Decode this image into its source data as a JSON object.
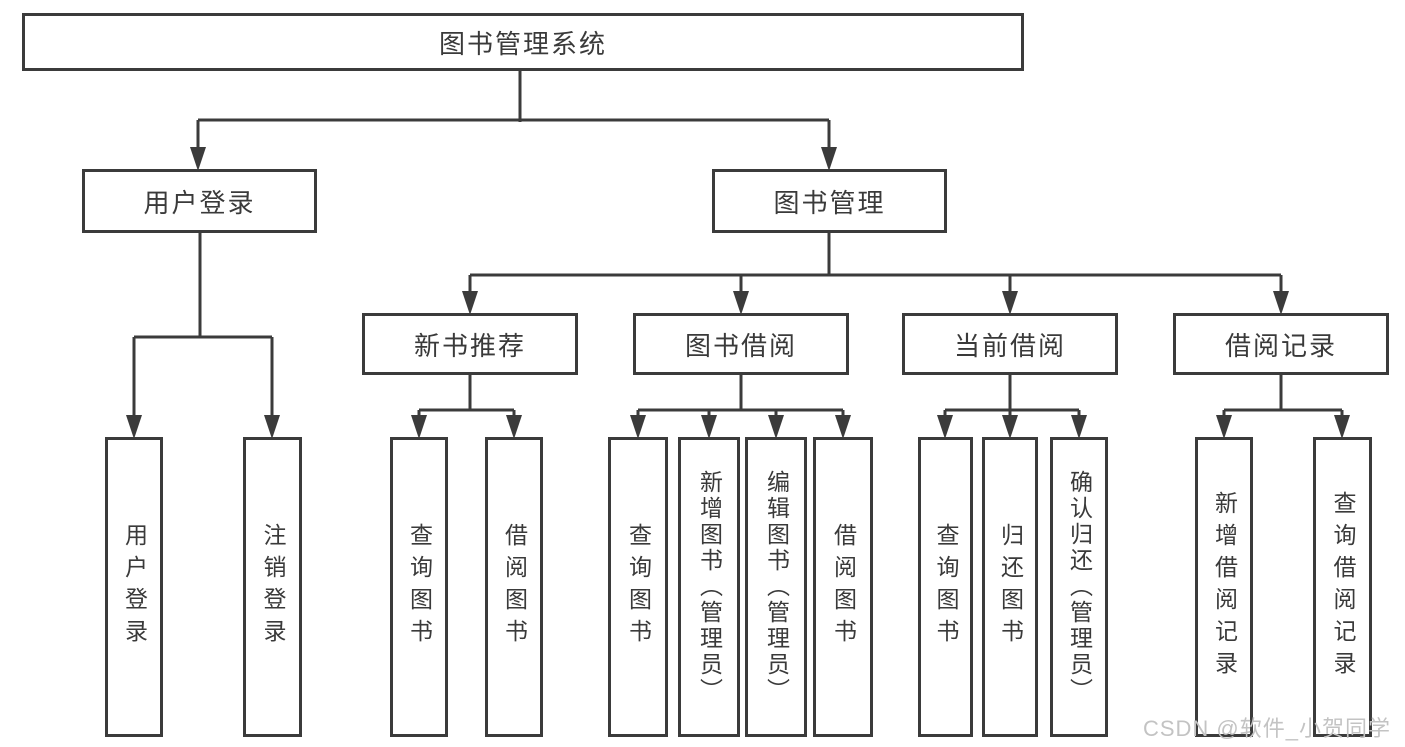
{
  "tree": {
    "label": "图书管理系统",
    "children": [
      {
        "label": "用户登录",
        "children": [
          {
            "label": "用户登录"
          },
          {
            "label": "注销登录"
          }
        ]
      },
      {
        "label": "图书管理",
        "children": [
          {
            "label": "新书推荐",
            "children": [
              {
                "label": "查询图书"
              },
              {
                "label": "借阅图书"
              }
            ]
          },
          {
            "label": "图书借阅",
            "children": [
              {
                "label": "查询图书"
              },
              {
                "label": "新增图书（管理员）"
              },
              {
                "label": "编辑图书（管理员）"
              },
              {
                "label": "借阅图书"
              }
            ]
          },
          {
            "label": "当前借阅",
            "children": [
              {
                "label": "查询图书"
              },
              {
                "label": "归还图书"
              },
              {
                "label": "确认归还（管理员）"
              }
            ]
          },
          {
            "label": "借阅记录",
            "children": [
              {
                "label": "新增借阅记录"
              },
              {
                "label": "查询借阅记录"
              }
            ]
          }
        ]
      }
    ]
  },
  "watermark": {
    "text": "CSDN @软件_小贺同学",
    "color": "#c3c3c3"
  },
  "colors": {
    "line": "#3b3b3b",
    "border": "#3b3b3b",
    "text": "#3a3a3a",
    "background": "#ffffff"
  }
}
